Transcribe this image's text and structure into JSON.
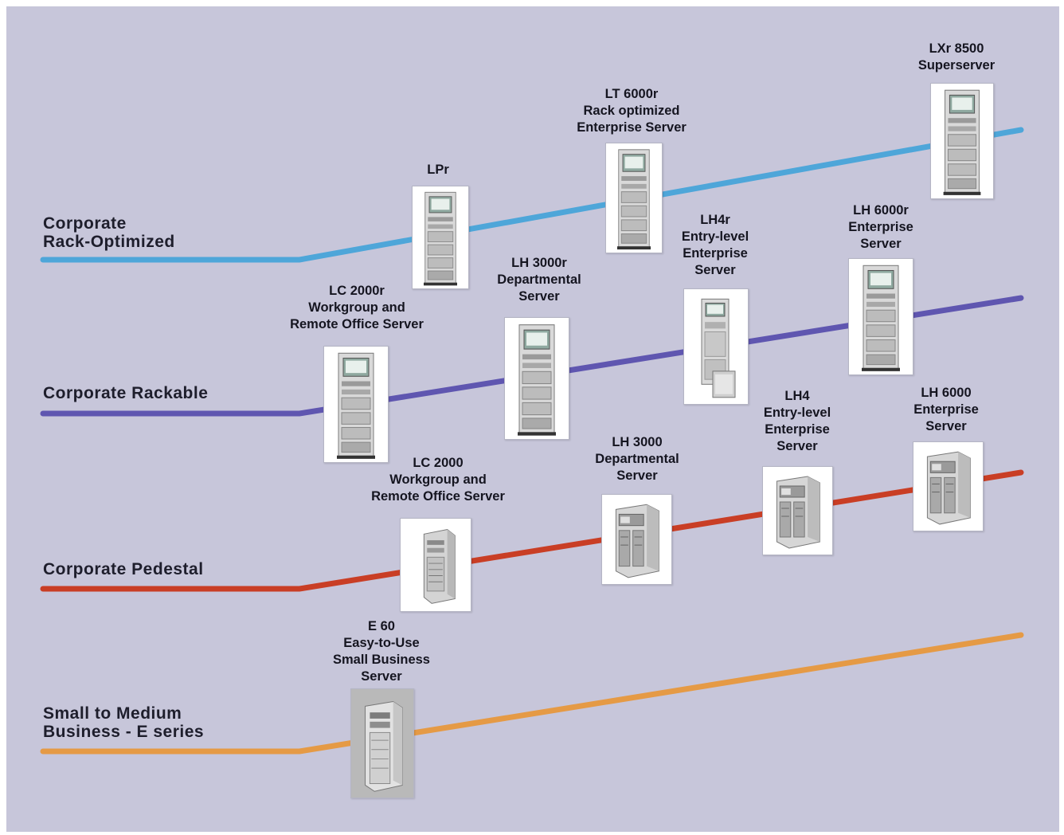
{
  "colors": {
    "background": "#c7c6da",
    "rack_optimized": "#4ea6d9",
    "rackable": "#5f56b0",
    "pedestal": "#c93e25",
    "e_series": "#e59a45"
  },
  "categories": [
    {
      "id": "rack-optimized",
      "label": "Corporate\nRack-Optimized"
    },
    {
      "id": "rackable",
      "label": "Corporate Rackable"
    },
    {
      "id": "pedestal",
      "label": "Corporate Pedestal"
    },
    {
      "id": "e-series",
      "label": "Small to Medium\nBusiness - E series"
    }
  ],
  "products": [
    {
      "id": "lpr",
      "label": "LPr",
      "icon": "rack-server-icon"
    },
    {
      "id": "lt6000r",
      "label": "LT 6000r\nRack optimized\nEnterprise Server",
      "icon": "rack-server-icon"
    },
    {
      "id": "lxr8500",
      "label": "LXr 8500\nSuperserver",
      "icon": "rack-server-icon"
    },
    {
      "id": "lc2000r",
      "label": "LC 2000r\nWorkgroup and\nRemote Office Server",
      "icon": "rack-server-icon"
    },
    {
      "id": "lh3000r",
      "label": "LH 3000r\nDepartmental\nServer",
      "icon": "rack-server-icon"
    },
    {
      "id": "lh4r",
      "label": "LH4r\nEntry-level\nEnterprise\nServer",
      "icon": "rack-server-icon"
    },
    {
      "id": "lh6000r",
      "label": "LH 6000r\nEnterprise\nServer",
      "icon": "rack-server-icon"
    },
    {
      "id": "lc2000",
      "label": "LC 2000\nWorkgroup and\nRemote Office Server",
      "icon": "tower-server-icon"
    },
    {
      "id": "lh3000",
      "label": "LH 3000\nDepartmental\nServer",
      "icon": "pedestal-server-icon"
    },
    {
      "id": "lh4",
      "label": "LH4\nEntry-level\nEnterprise\nServer",
      "icon": "pedestal-server-icon"
    },
    {
      "id": "lh6000",
      "label": "LH 6000\nEnterprise\nServer",
      "icon": "pedestal-server-icon"
    },
    {
      "id": "e60",
      "label": "E 60\nEasy-to-Use\nSmall Business\nServer",
      "icon": "tower-server-icon"
    }
  ]
}
